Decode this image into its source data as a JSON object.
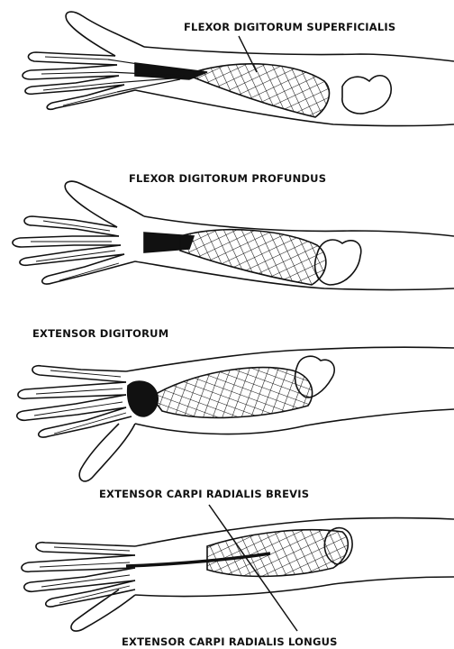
{
  "labels": {
    "flexor_superficialis": "FLEXOR DIGITORUM SUPERFICIALIS",
    "flexor_profundus": "FLEXOR DIGITORUM PROFUNDUS",
    "extensor_digitorum": "EXTENSOR DIGITORUM",
    "ecr_brevis": "EXTENSOR CARPI RADIALIS BREVIS",
    "ecr_longus": "EXTENSOR CARPI RADIALIS LONGUS"
  },
  "colors": {
    "ink": "#111111",
    "background": "#ffffff"
  }
}
